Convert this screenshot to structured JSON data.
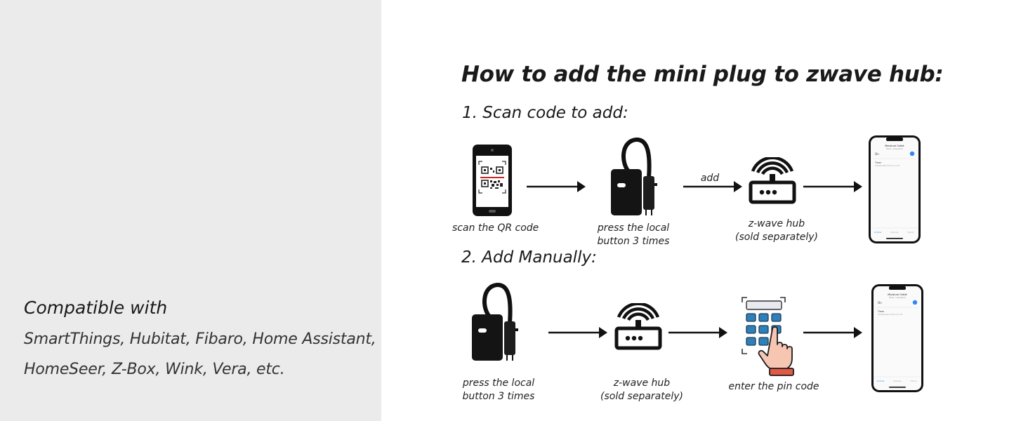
{
  "left": {
    "compat_title": "Compatible with",
    "compat_line1": "SmartThings, Hubitat, Fibaro, Home Assistant,",
    "compat_line2": "HomeSeer, Z-Box, Wink, Vera, etc."
  },
  "title": "How to add the mini plug to zwave hub:",
  "steps": [
    {
      "heading": "1. Scan code to add:",
      "captions": {
        "phone": "scan the QR code",
        "plug_l1": "press the local",
        "plug_l2": "button 3 times",
        "arrow_label": "add",
        "hub_l1": "z-wave hub",
        "hub_l2": "(sold separately)"
      }
    },
    {
      "heading": "2. Add Manually:",
      "captions": {
        "plug_l1": "press the local",
        "plug_l2": "button 3 times",
        "hub_l1": "z-wave hub",
        "hub_l2": "(sold separately)",
        "pin": "enter the pin code"
      }
    }
  ],
  "app_screen": {
    "header": "Miniature Outlet",
    "subheader": "Home · Living Room",
    "status": "On",
    "timer_label": "Timer",
    "timer_sub": "Schedule when it turns on or off",
    "tabs": [
      "Controls",
      "Routines",
      "History"
    ]
  },
  "icons": {
    "qr_phone": "qr-phone-icon",
    "plug": "outdoor-plug-icon",
    "hub": "zwave-hub-icon",
    "keypad": "keypad-hand-icon",
    "smartphone": "smartphone-app-icon",
    "arrow": "arrow-right-icon"
  },
  "colors": {
    "panel_bg": "#ebebeb",
    "keypad_key": "#2f7fb8",
    "hand_skin": "#f7c6b2",
    "hand_cuff": "#e05a46",
    "app_accent": "#2f86f6"
  }
}
